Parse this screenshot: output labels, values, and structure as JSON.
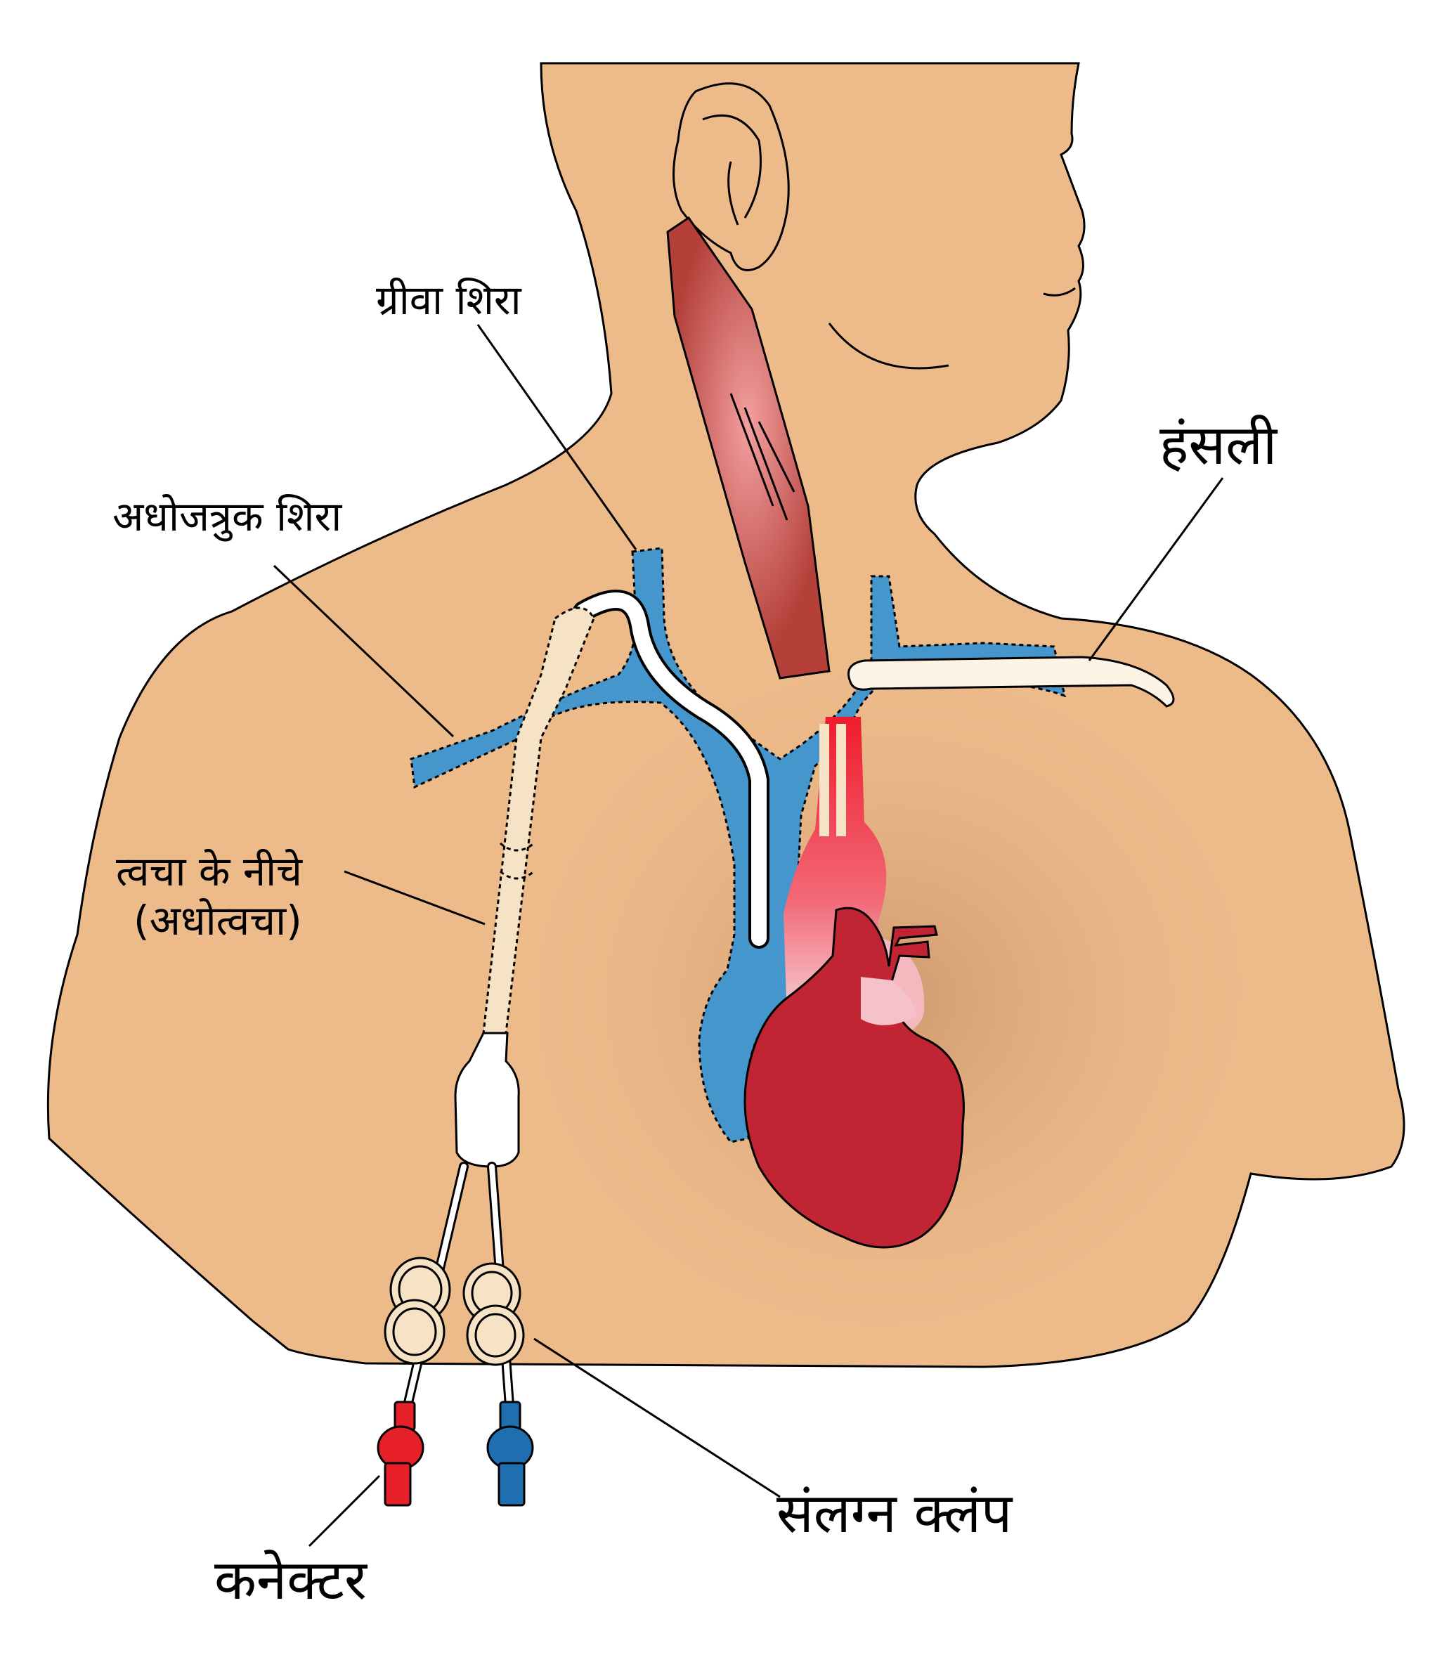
{
  "labels": {
    "jugular_vein": "ग्रीवा शिरा",
    "subclavian_vein": "अधोजत्रुक शिरा",
    "clavicle": "हंसली",
    "subcutaneous_line1": "त्वचा के नीचे",
    "subcutaneous_line2": "(अधोत्वचा)",
    "attached_clamp": "संलग्न क्लंप",
    "connector": "कनेक्टर"
  },
  "colors": {
    "skin": "#EDBA8A",
    "vein_blue": "#4696CE",
    "muscle": "#B5403A",
    "heart": "#C12533",
    "artery_red": "#EE1C2D",
    "catheter_cream": "#F6E3C6",
    "connector_red": "#E8202A",
    "connector_blue": "#1F6FB0"
  }
}
